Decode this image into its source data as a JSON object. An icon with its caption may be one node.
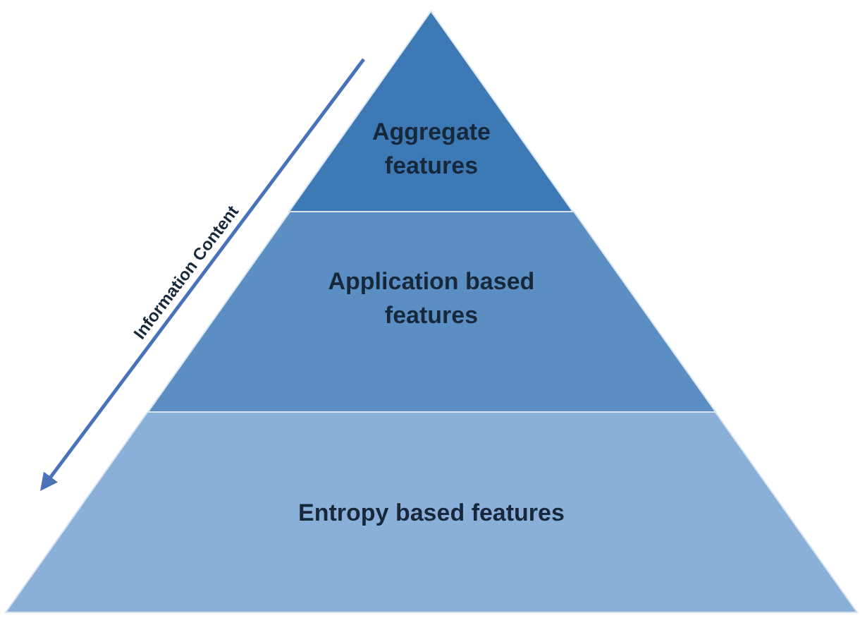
{
  "diagram": {
    "nodes": [
      {
        "text": [
          "Aggregate features"
        ]
      },
      {
        "text": [
          "Application based features"
        ]
      },
      {
        "text": [
          "Entropy based features"
        ]
      }
    ],
    "labels": [
      "Information Content"
    ]
  }
}
